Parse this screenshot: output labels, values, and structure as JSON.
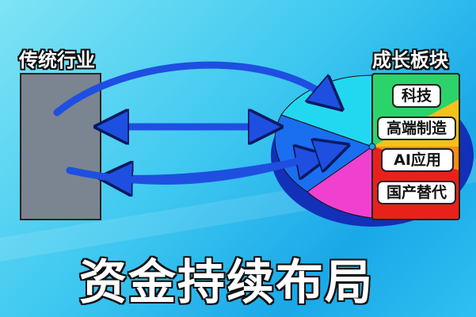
{
  "left": {
    "title": "传统行业"
  },
  "right": {
    "title": "成长板块",
    "sectors": [
      "科技",
      "高端制造",
      "AI应用",
      "国产替代"
    ]
  },
  "headline": "资金持续布局",
  "colors": {
    "arrow": "#1f4fe0",
    "box": "#7a8591",
    "tech": "#2ad46a",
    "manufacturing": "#f5c21a",
    "ai": "#ff8a1a",
    "domestic": "#e8221a"
  }
}
